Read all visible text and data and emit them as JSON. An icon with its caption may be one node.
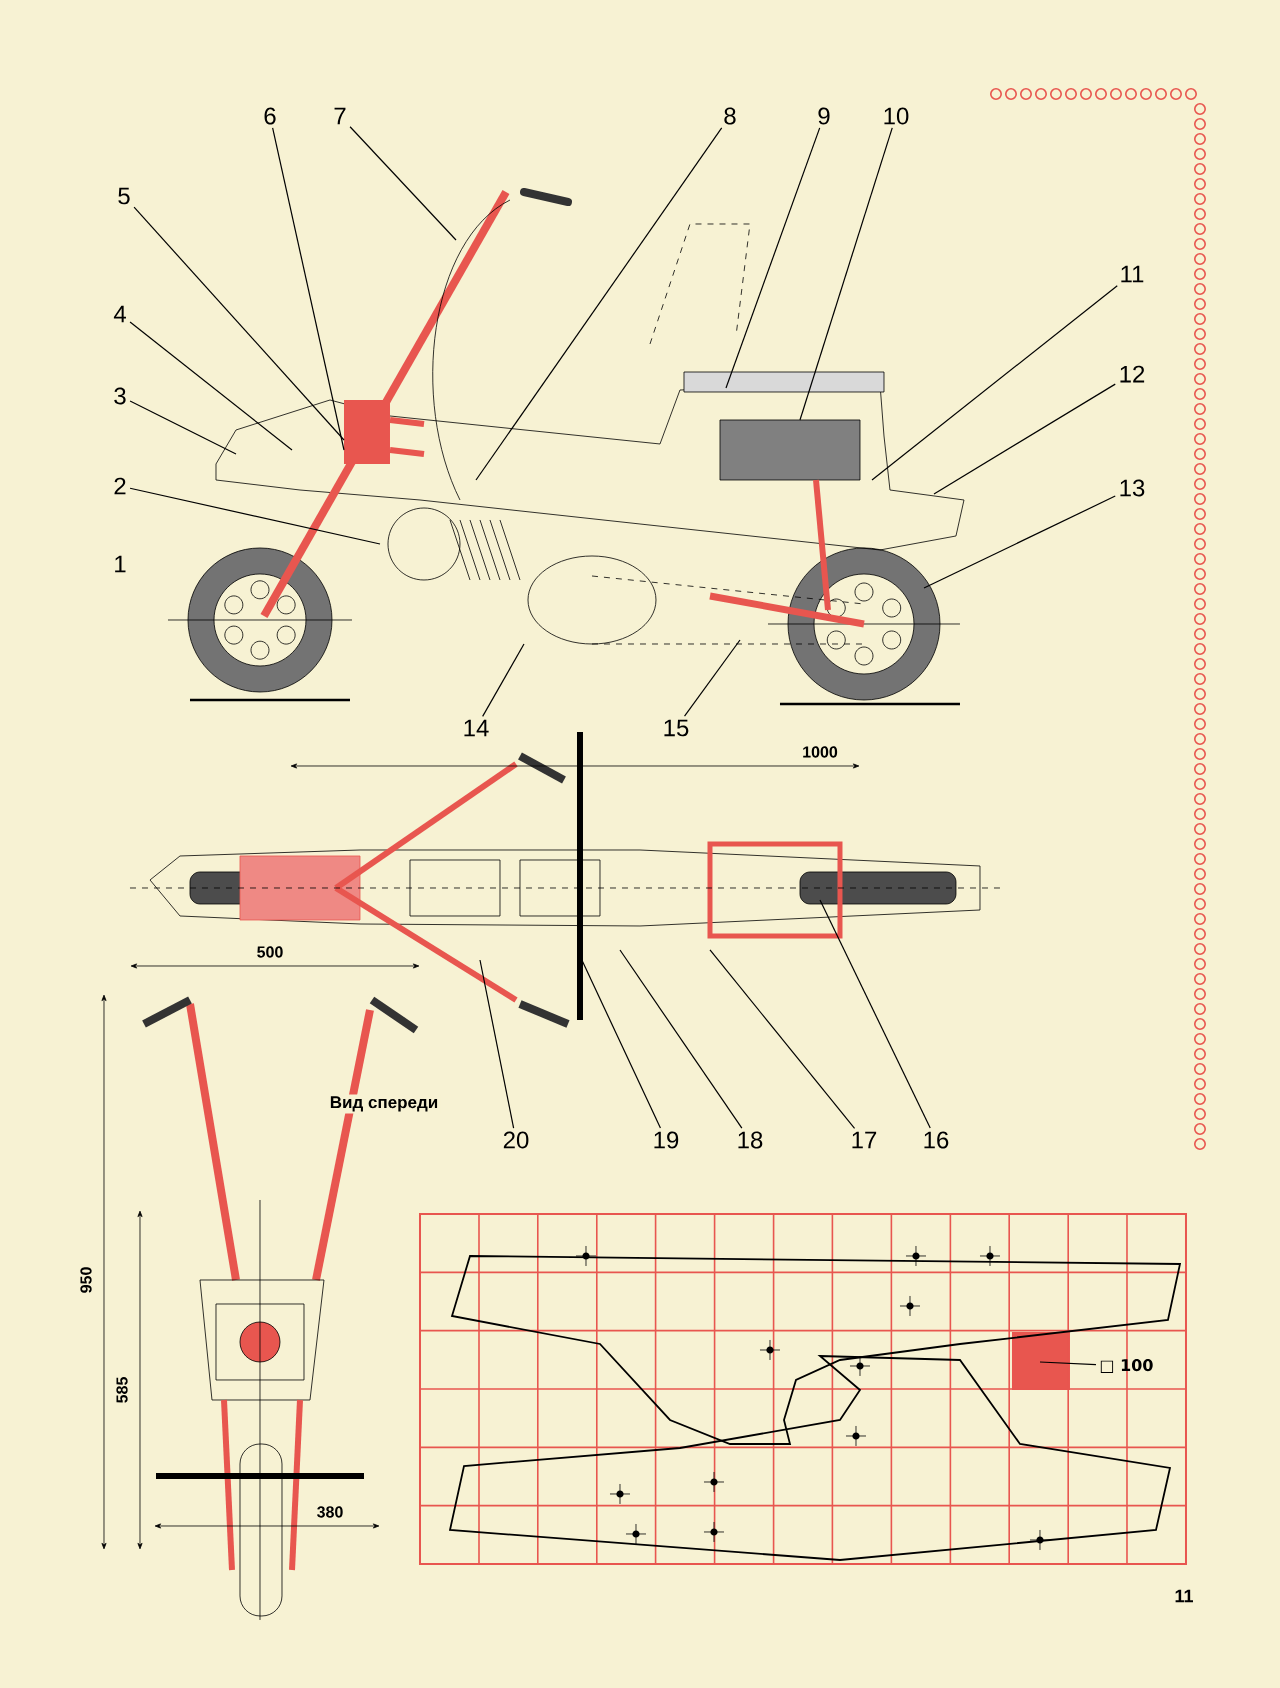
{
  "diagram": {
    "nodes": [
      {
        "text": [
          "2"
        ]
      },
      {
        "text": [
          "3"
        ]
      },
      {
        "text": [
          "4"
        ]
      },
      {
        "text": [
          "5"
        ]
      },
      {
        "text": [
          "6"
        ]
      },
      {
        "text": [
          "7"
        ]
      },
      {
        "text": [
          "8"
        ]
      },
      {
        "text": [
          "9"
        ]
      },
      {
        "text": [
          "10"
        ]
      },
      {
        "text": [
          "11"
        ]
      },
      {
        "text": [
          "12"
        ]
      },
      {
        "text": [
          "13"
        ]
      },
      {
        "text": [
          "14"
        ]
      },
      {
        "text": [
          "15"
        ]
      },
      {
        "text": [
          "16"
        ]
      },
      {
        "text": [
          "17"
        ]
      },
      {
        "text": [
          "18"
        ]
      },
      {
        "text": [
          "19"
        ]
      },
      {
        "text": [
          "20"
        ]
      },
      {
        "text": [
          "□ 100"
        ]
      }
    ],
    "edges": [
      {
        "from": 0,
        "to": null,
        "arrow": "none"
      },
      {
        "from": 1,
        "to": null,
        "arrow": "none"
      },
      {
        "from": 2,
        "to": null,
        "arrow": "none"
      },
      {
        "from": 3,
        "to": null,
        "arrow": "none"
      },
      {
        "from": 4,
        "to": null,
        "arrow": "none"
      },
      {
        "from": 5,
        "to": null,
        "arrow": "none"
      },
      {
        "from": 6,
        "to": null,
        "arrow": "none"
      },
      {
        "from": 7,
        "to": null,
        "arrow": "none"
      },
      {
        "from": 8,
        "to": null,
        "arrow": "none"
      },
      {
        "from": 9,
        "to": null,
        "arrow": "none"
      },
      {
        "from": 10,
        "to": null,
        "arrow": "none"
      },
      {
        "from": 11,
        "to": null,
        "arrow": "none"
      },
      {
        "from": 12,
        "to": null,
        "arrow": "none"
      },
      {
        "from": 13,
        "to": null,
        "arrow": "none"
      },
      {
        "from": 14,
        "to": null,
        "arrow": "none"
      },
      {
        "from": 15,
        "to": null,
        "arrow": "none"
      },
      {
        "from": 16,
        "to": null,
        "arrow": "none"
      },
      {
        "from": 17,
        "to": null,
        "arrow": "none"
      },
      {
        "from": 18,
        "to": null,
        "arrow": "none"
      },
      {
        "from": 19,
        "to": null,
        "arrow": "none"
      }
    ],
    "labels": [
      "1",
      "1000",
      "500",
      "Вид спереди",
      "950",
      "585",
      "380",
      "11"
    ]
  }
}
